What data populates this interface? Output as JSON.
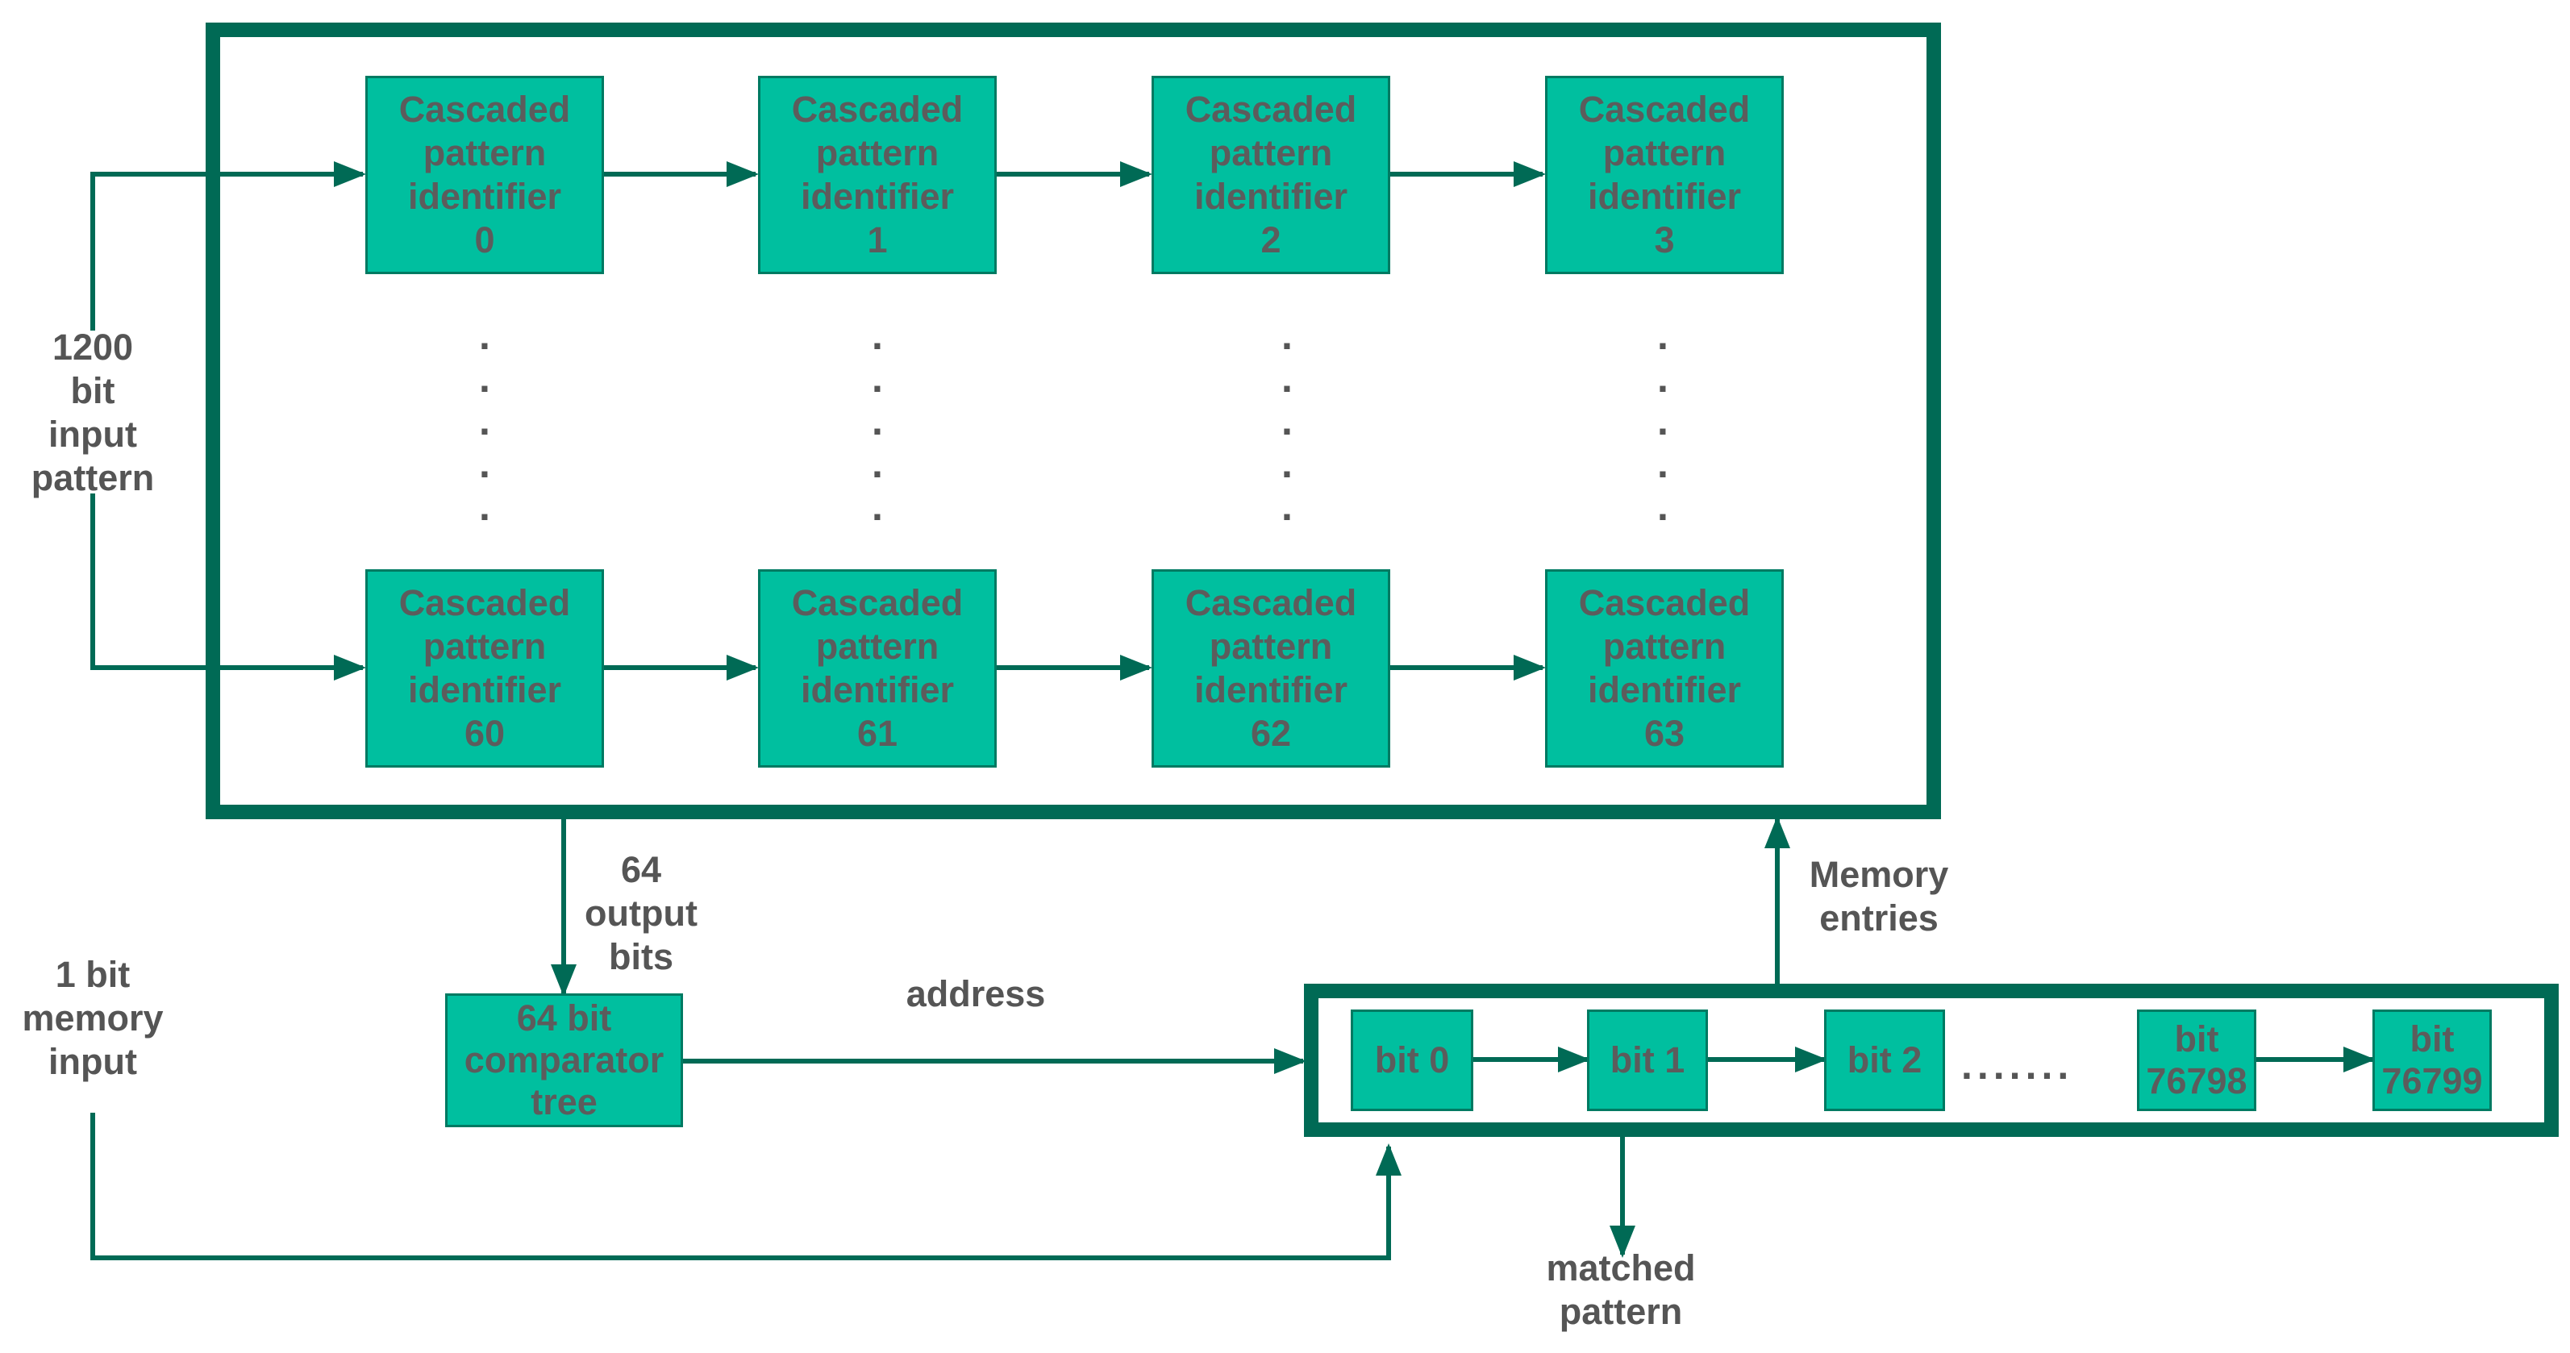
{
  "identifier_line": [
    "Cascaded",
    "pattern",
    "identifier"
  ],
  "identifiers_top": [
    "0",
    "1",
    "2",
    "3"
  ],
  "identifiers_bottom": [
    "60",
    "61",
    "62",
    "63"
  ],
  "labels": {
    "input_pattern": [
      "1200",
      "bit",
      "input",
      "pattern"
    ],
    "output_bits": [
      "64",
      "output",
      "bits"
    ],
    "memory_input": [
      "1 bit",
      "memory",
      "input"
    ],
    "address": "address",
    "memory_entries": [
      "Memory",
      "entries"
    ],
    "matched_pattern": [
      "matched",
      "pattern"
    ]
  },
  "comparator": [
    "64 bit",
    "comparator",
    "tree"
  ],
  "memory_bits": {
    "b0": "bit 0",
    "b1": "bit 1",
    "b2": "bit 2",
    "ellipsis": ".......",
    "b76798": [
      "bit",
      "76798"
    ],
    "b76799": [
      "bit",
      "76799"
    ]
  },
  "colors": {
    "line": "#006a55",
    "block_fill": "#00bf9f",
    "text": "#5c5c5c"
  }
}
